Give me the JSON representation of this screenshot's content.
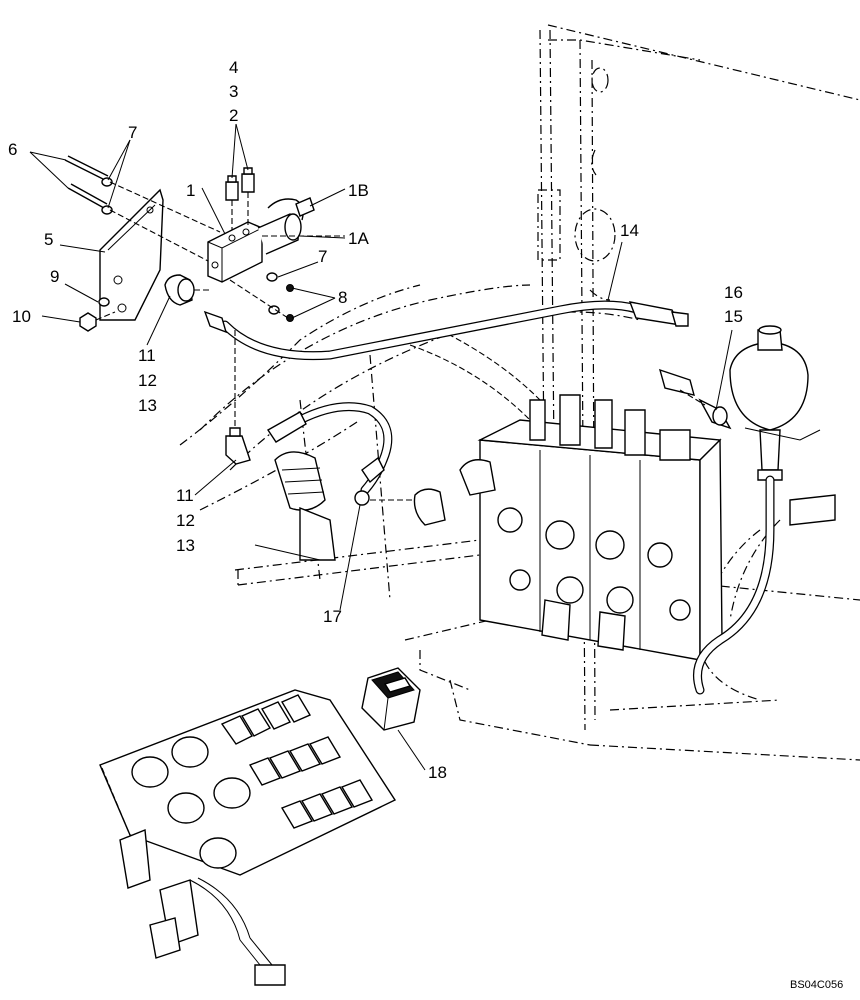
{
  "callouts": {
    "c1": "1",
    "c1a": "1A",
    "c1b": "1B",
    "c2": "2",
    "c3": "3",
    "c4": "4",
    "c5": "5",
    "c6": "6",
    "c7a": "7",
    "c7b": "7",
    "c8": "8",
    "c9": "9",
    "c10": "10",
    "c11a": "11",
    "c12a": "12",
    "c13a": "13",
    "c11b": "11",
    "c12b": "12",
    "c13b": "13",
    "c14": "14",
    "c15": "15",
    "c16": "16",
    "c17": "17",
    "c18": "18"
  },
  "figure_ref": "BS04C056"
}
